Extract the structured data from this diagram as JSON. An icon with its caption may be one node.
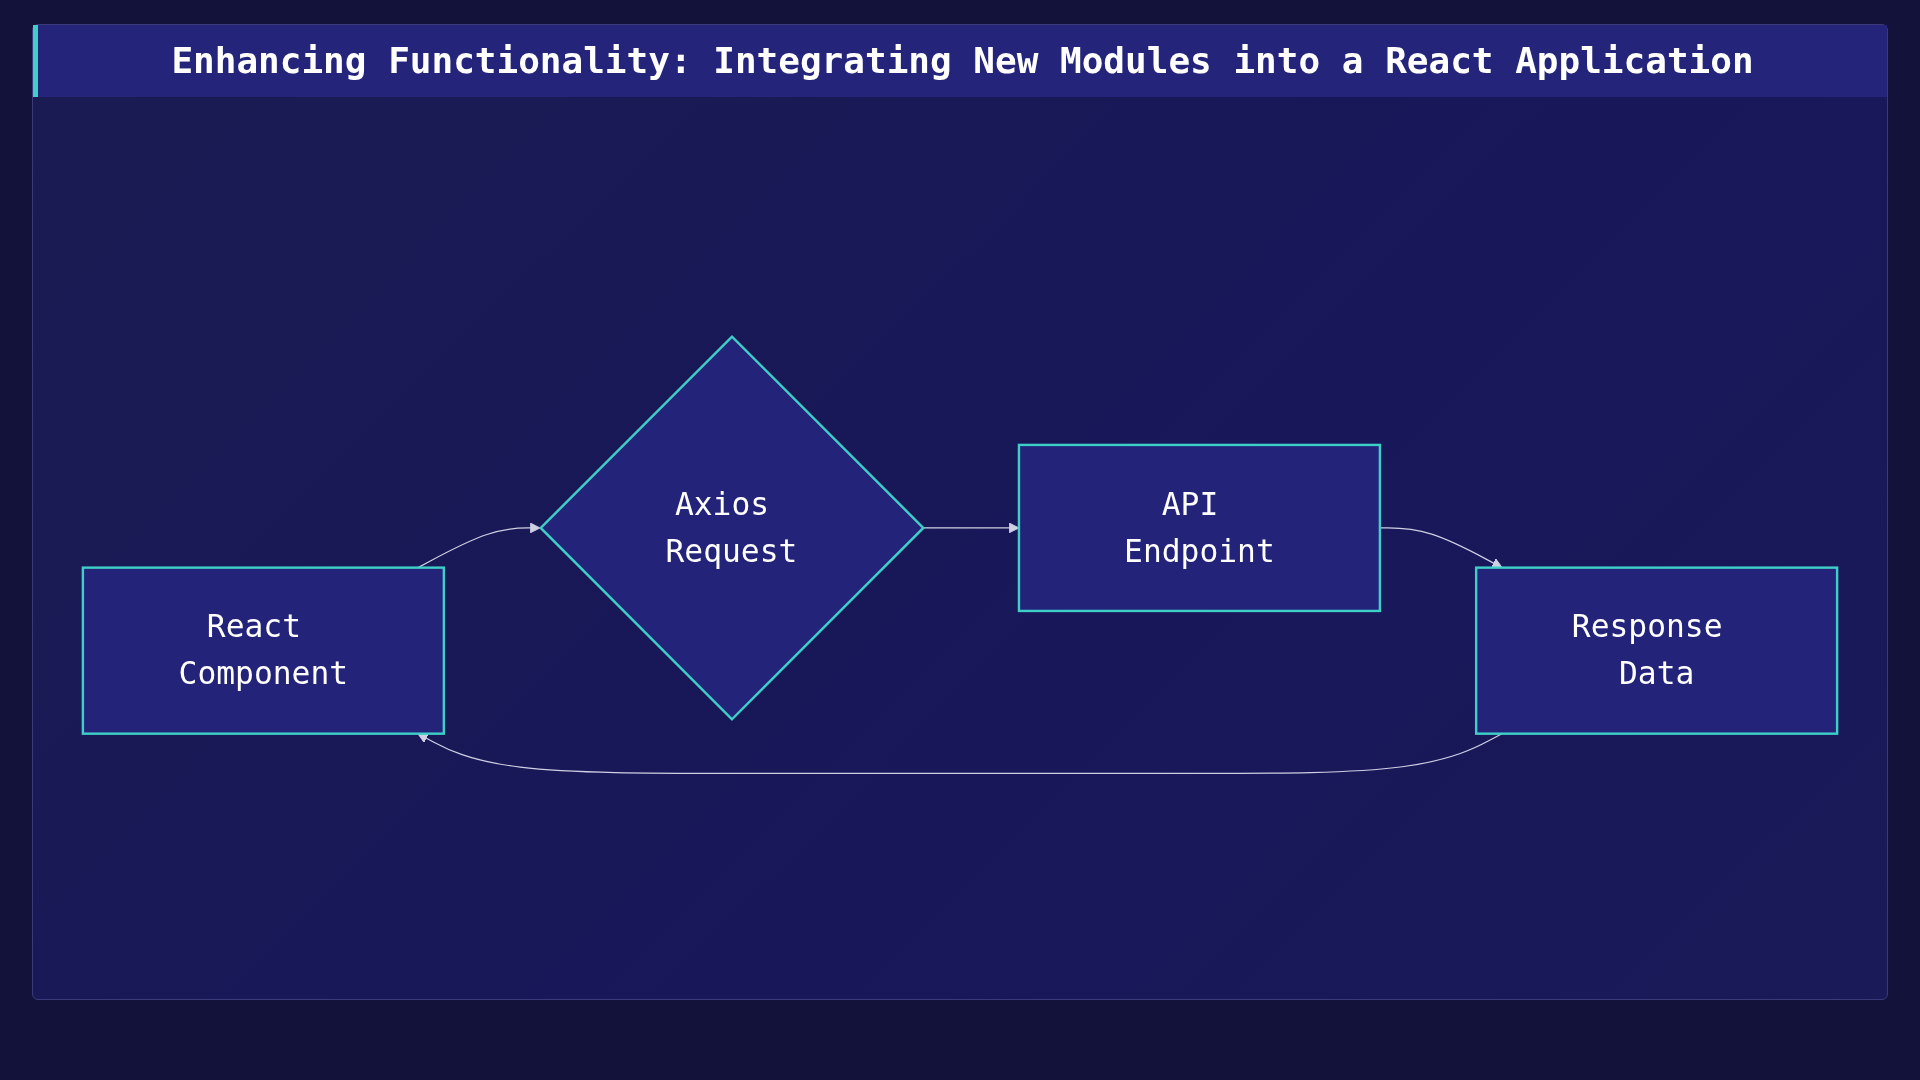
{
  "diagram": {
    "title": "Enhancing Functionality: Integrating New Modules into a React Application",
    "nodes": [
      {
        "text": [
          "React Component"
        ]
      },
      {
        "text": [
          "Axios Request"
        ]
      },
      {
        "text": [
          "API Endpoint"
        ]
      },
      {
        "text": [
          "Response Data"
        ]
      }
    ],
    "edges": [
      {
        "from": 0,
        "to": 1,
        "arrow": "to"
      },
      {
        "from": 1,
        "to": 2,
        "arrow": "to"
      },
      {
        "from": 2,
        "to": 3,
        "arrow": "to"
      },
      {
        "from": 3,
        "to": 0,
        "arrow": "to"
      }
    ]
  }
}
